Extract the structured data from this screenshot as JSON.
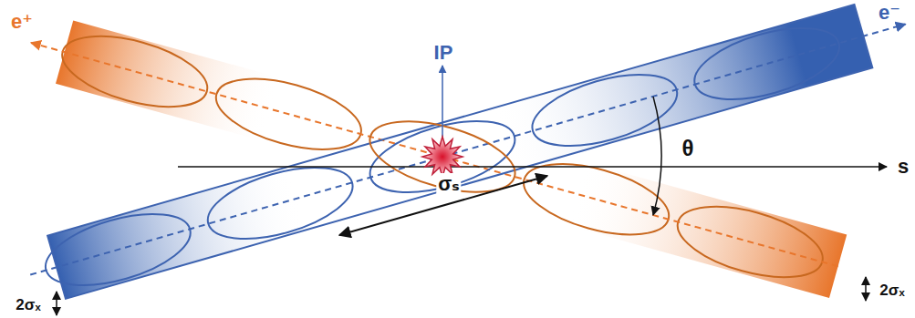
{
  "diagram": {
    "labels": [
      "e⁺",
      "e⁻",
      "IP",
      "θ",
      "σₛ",
      "2σₓ",
      "2σₓ",
      "s"
    ]
  }
}
